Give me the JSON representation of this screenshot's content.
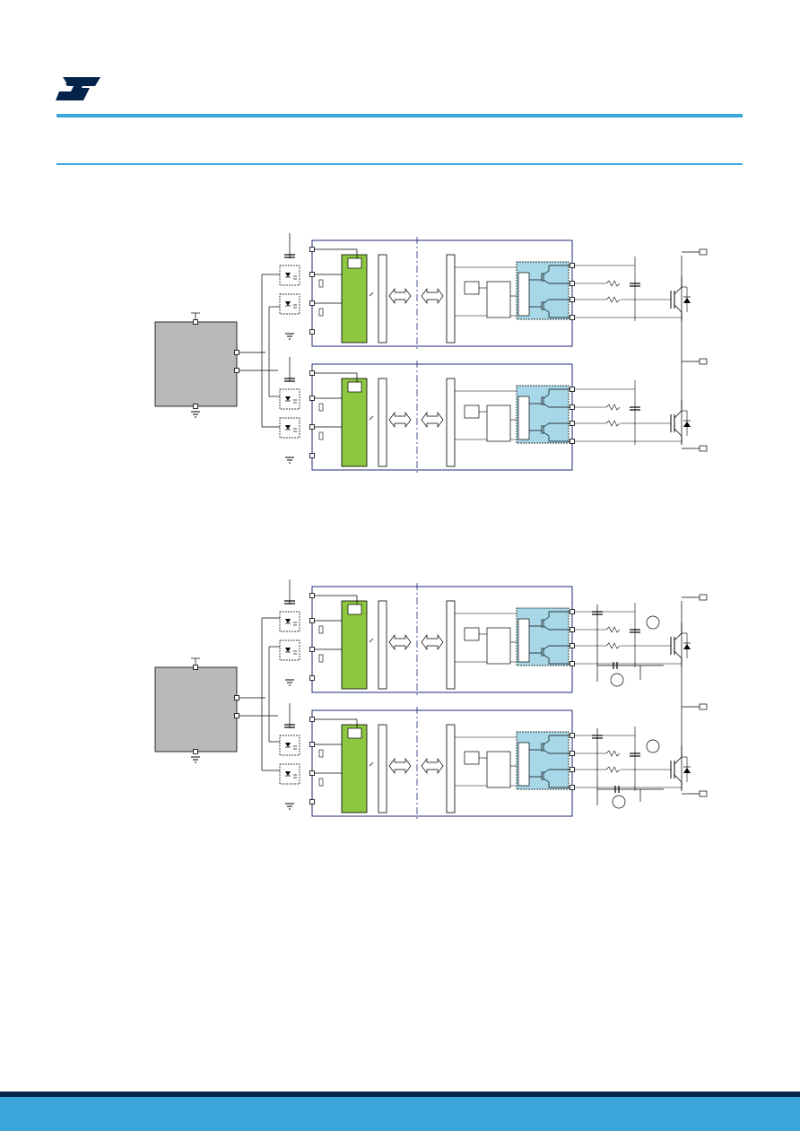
{
  "brand": {
    "logo_text": "ST",
    "accent_color": "#3ca6dc",
    "footer_dark_color": "#03234b"
  },
  "figures": [
    {
      "id": "half-bridge-driver-figure"
    },
    {
      "id": "half-bridge-driver-figure-with-sensing"
    }
  ],
  "colors": {
    "controller_fill": "#b9b9bb",
    "mcu_fill": "#8dc63f",
    "gate_stage_fill": "#a8d8e8",
    "isolation_box": "#1f2a7a"
  }
}
